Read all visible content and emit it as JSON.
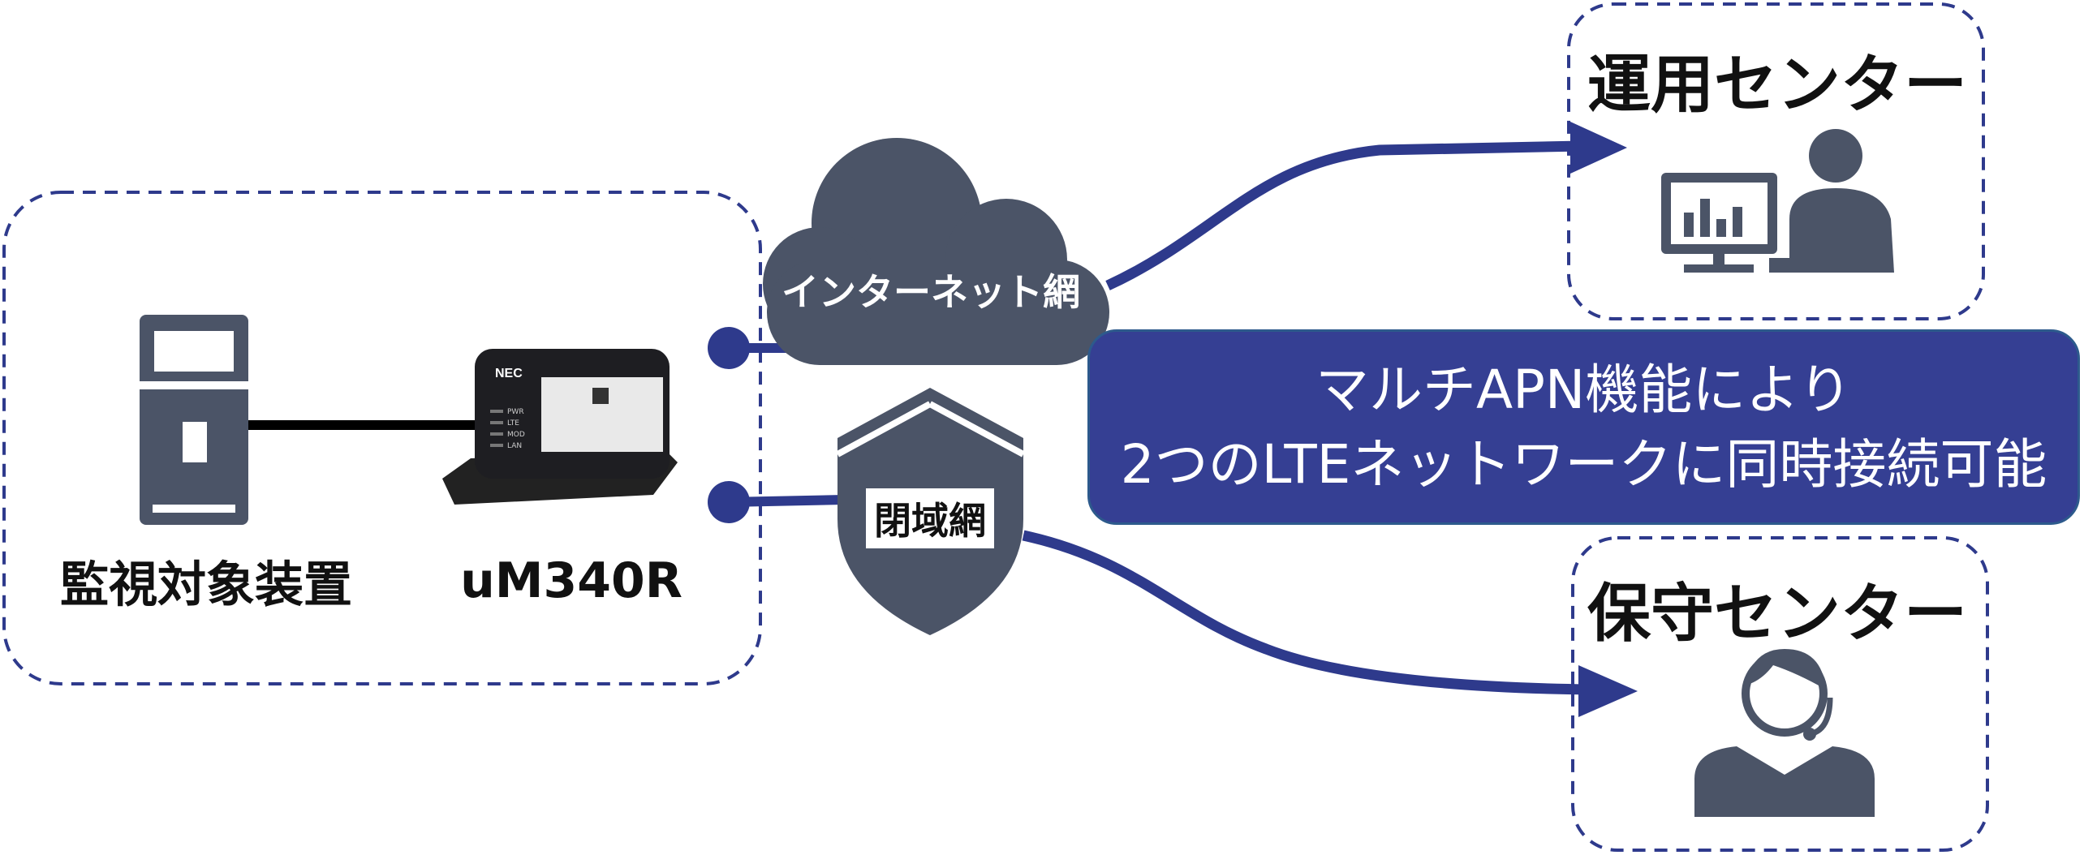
{
  "device": {
    "label": "監視対象装置"
  },
  "router": {
    "label": "uM340R",
    "brand": "NEC",
    "leds": [
      "PWR",
      "LTE",
      "MOD",
      "LAN"
    ]
  },
  "networks": {
    "internet": "インターネット網",
    "closed": "閉域網"
  },
  "centers": {
    "operations": "運用センター",
    "maintenance": "保守センター"
  },
  "banner": {
    "line1": "マルチAPN機能により",
    "line2": "2つのLTEネットワークに同時接続可能"
  },
  "colors": {
    "navy": "#2e3a8c",
    "slate": "#4b5467",
    "banner": "#353f93"
  }
}
